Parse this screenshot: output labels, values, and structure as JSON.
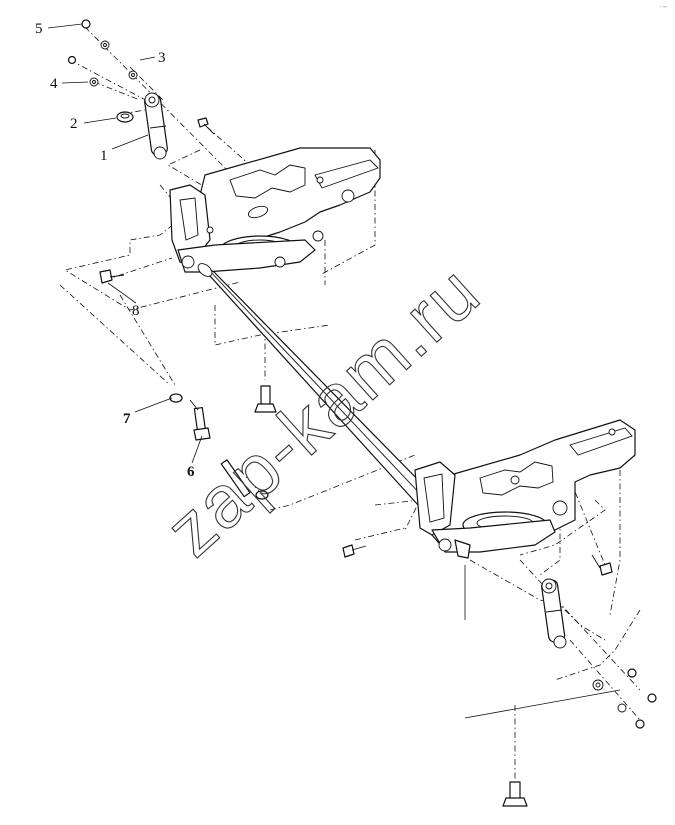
{
  "callouts": {
    "c1": "1",
    "c2": "2",
    "c3": "3",
    "c4": "4",
    "c5": "5",
    "c6": "6",
    "c7": "7",
    "c8": "8"
  },
  "watermark": {
    "text": "zap-kam.ru"
  },
  "corner_mark": {
    "text": "◦ ▫▫▫"
  }
}
